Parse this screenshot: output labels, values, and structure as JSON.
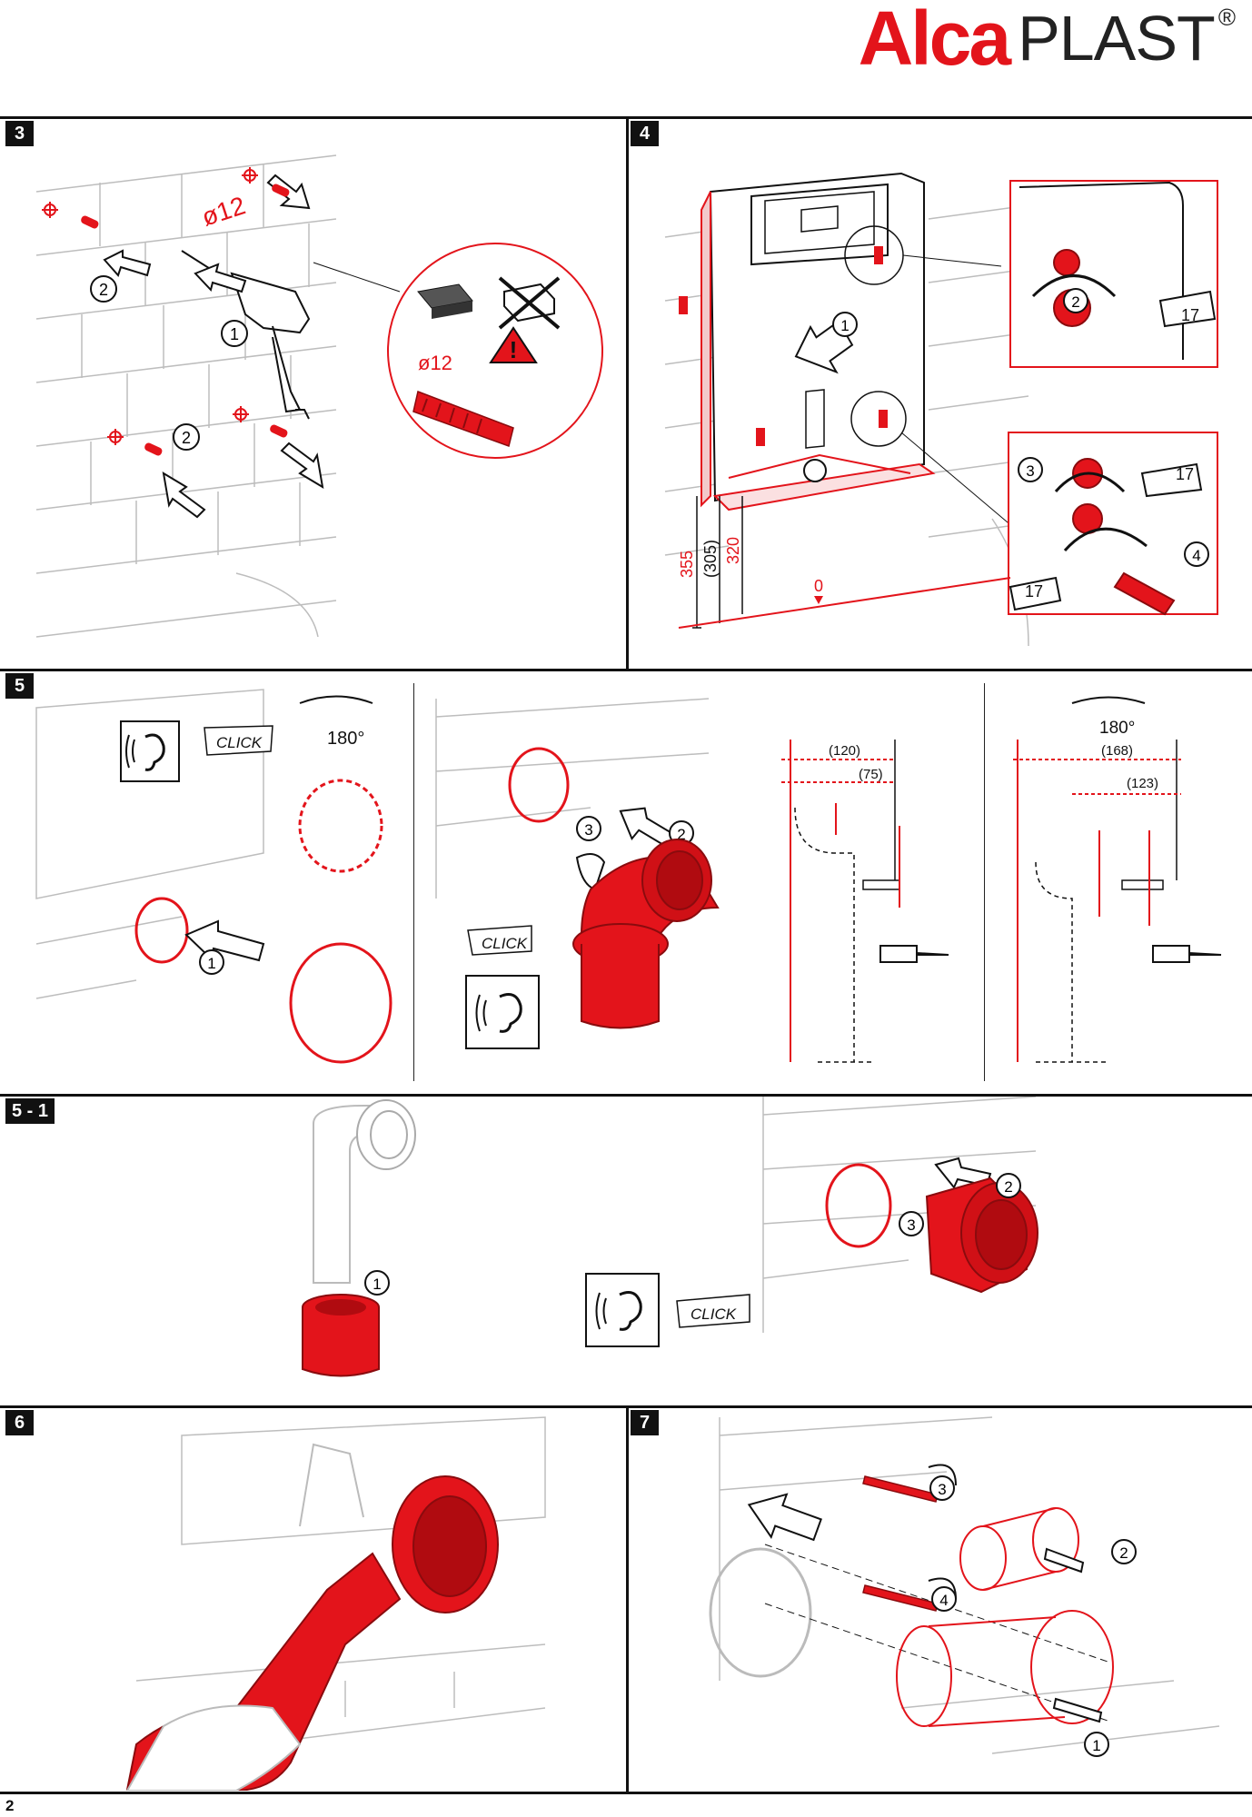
{
  "brand": {
    "alca": "Alca",
    "plast": "PLAST",
    "reg": "®"
  },
  "page_number": "2",
  "steps": {
    "s3": {
      "badge": "3",
      "drill_size": "ø12",
      "plug_size": "ø12",
      "c1": "1",
      "c2a": "2",
      "c2b": "2"
    },
    "s4": {
      "badge": "4",
      "c1": "1",
      "c2": "2",
      "c3": "3",
      "c4": "4",
      "wrench_a": "17",
      "wrench_b": "17",
      "wrench_c": "17",
      "dim_355": "355",
      "dim_305": "(305)",
      "dim_320": "320",
      "zero": "0"
    },
    "s5": {
      "badge": "5",
      "click_a": "CLICK",
      "click_b": "CLICK",
      "rot_a": "180°",
      "rot_b": "180°",
      "c1": "1",
      "c2": "2",
      "c3": "3",
      "dim_120": "(120)",
      "dim_75": "(75)",
      "dim_168": "(168)",
      "dim_123": "(123)"
    },
    "s51": {
      "badge": "5 - 1",
      "click": "CLICK",
      "c1": "1",
      "c2": "2",
      "c3": "3"
    },
    "s6": {
      "badge": "6"
    },
    "s7": {
      "badge": "7",
      "c1": "1",
      "c2": "2",
      "c3": "3",
      "c4": "4"
    }
  },
  "colors": {
    "accent": "#e3141b",
    "line": "#1a1a1a",
    "light_line": "#b8b8b8"
  }
}
